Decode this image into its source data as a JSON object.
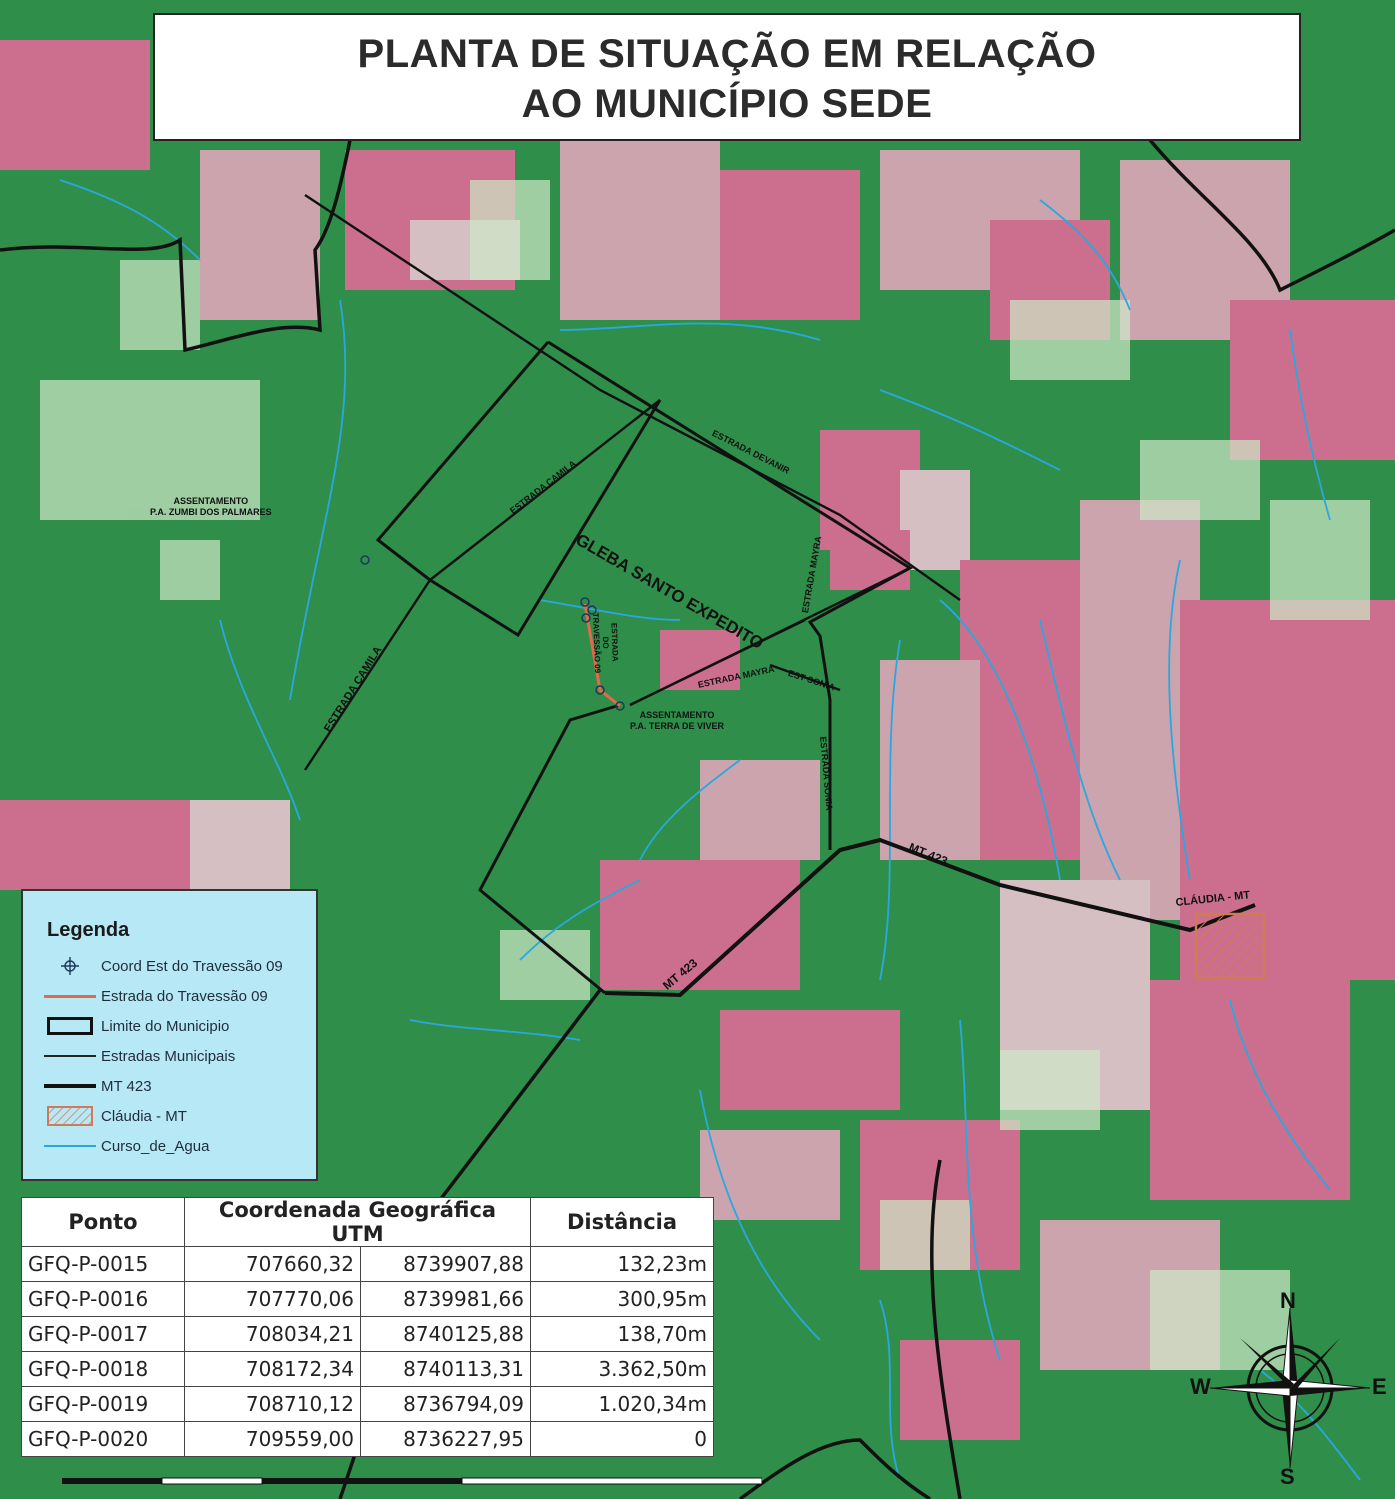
{
  "title": {
    "line1": "PLANTA DE SITUAÇÃO EM RELAÇÃO",
    "line2": "AO MUNICÍPIO SEDE"
  },
  "legend": {
    "title": "Legenda",
    "items": [
      {
        "symbol": "crosshair-point",
        "label": "Coord Est do Travessão 09",
        "color": "#1a3a5a"
      },
      {
        "symbol": "line",
        "label": "Estrada do Travessão 09",
        "color": "#e4694a"
      },
      {
        "symbol": "box-outline",
        "label": "Limite do Municipio",
        "color": "#111111"
      },
      {
        "symbol": "line",
        "label": "Estradas Municipais",
        "color": "#222222"
      },
      {
        "symbol": "thick-line",
        "label": "MT 423",
        "color": "#111111"
      },
      {
        "symbol": "hatched-box",
        "label": "Cláudia - MT",
        "color": "#d07a5a"
      },
      {
        "symbol": "line",
        "label": "Curso_de_Agua",
        "color": "#29a8e0"
      }
    ]
  },
  "map_labels": {
    "assent_zumbi_1": "ASSENTAMENTO",
    "assent_zumbi_2": "P.A. ZUMBI DOS PALMARES",
    "gleba": "GLEBA SANTO EXPEDITO",
    "estrada_devanir": "ESTRADA DEVANIR",
    "estrada_camila_1": "ESTRADA CAMILA",
    "estrada_camila_2": "ESTRADA CAMILA",
    "estrada_mayra_1": "ESTRADA MAYRA",
    "estrada_mayra_2": "ESTRADA MAYRA",
    "est_sonia": "EST SONIA",
    "estrada_sonia": "ESTRADA SONIA",
    "estrada_travessao_1": "ESTRADA",
    "estrada_travessao_2": "DO",
    "estrada_travessao_3": "TRAVESSÃO 09",
    "assent_terra_1": "ASSENTAMENTO",
    "assent_terra_2": "P.A. TERRA DE VIVER",
    "mt423_1": "MT 423",
    "mt423_2": "MT 423",
    "claudia": "CLÁUDIA - MT"
  },
  "table": {
    "headers": [
      "Ponto",
      "Coordenada Geográfica UTM",
      "Distância"
    ],
    "rows": [
      {
        "point": "GFQ-P-0015",
        "e": "707660,32",
        "n": "8739907,88",
        "dist": "132,23m"
      },
      {
        "point": "GFQ-P-0016",
        "e": "707770,06",
        "n": "8739981,66",
        "dist": "300,95m"
      },
      {
        "point": "GFQ-P-0017",
        "e": "708034,21",
        "n": "8740125,88",
        "dist": "138,70m"
      },
      {
        "point": "GFQ-P-0018",
        "e": "708172,34",
        "n": "8740113,31",
        "dist": "3.362,50m"
      },
      {
        "point": "GFQ-P-0019",
        "e": "708710,12",
        "n": "8736794,09",
        "dist": "1.020,34m"
      },
      {
        "point": "GFQ-P-0020",
        "e": "709559,00",
        "n": "8736227,95",
        "dist": "0"
      }
    ]
  },
  "compass": {
    "n": "N",
    "s": "S",
    "e": "E",
    "w": "W"
  },
  "colors": {
    "forest": "#2f8f4a",
    "cleared": "#e86a9a",
    "pale": "#cfe8c8",
    "water": "#29a8e0",
    "road": "#111111",
    "travessao": "#e4694a",
    "legend_bg": "#b7e8f6"
  }
}
